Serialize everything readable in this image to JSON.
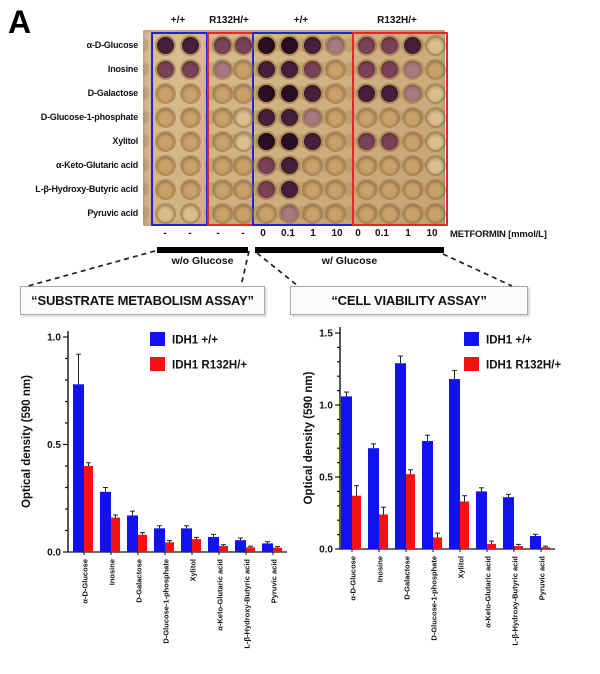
{
  "panel_label": "A",
  "plate": {
    "genotype_headers": [
      {
        "label": "+/+",
        "box_color": "blue"
      },
      {
        "label": "R132H/+",
        "box_color": "red"
      },
      {
        "label": "+/+",
        "box_color": "blue"
      },
      {
        "label": "R132H/+",
        "box_color": "red"
      }
    ],
    "row_labels": [
      "α-D-Glucose",
      "Inosine",
      "D-Galactose",
      "D-Glucose-1-phosphate",
      "Xylitol",
      "α-Keto-Glutaric acid",
      "L-β-Hydroxy-Butyric acid",
      "Pyruvic acid"
    ],
    "metformin_values": [
      "-",
      "-",
      "-",
      "-",
      "0",
      "0.1",
      "1",
      "10",
      "0",
      "0.1",
      "1",
      "10"
    ],
    "metformin_axis_label": "METFORMIN [mmol/L]",
    "group_bars": [
      {
        "label": "w/o Glucose"
      },
      {
        "label": "w/ Glucose"
      }
    ],
    "well_shades": {
      "d3": "#2a0f22",
      "d2": "#45203a",
      "d1": "#7b4156",
      "m": "#a87a80",
      "t2": "#c9a169",
      "t1": "#dcbd8d"
    },
    "wells": [
      [
        "d2",
        "d2",
        "d1",
        "d1",
        "d3",
        "d3",
        "d2",
        "m",
        "d1",
        "d1",
        "d2",
        "t1"
      ],
      [
        "d1",
        "d1",
        "m",
        "t2",
        "d2",
        "d2",
        "d1",
        "t2",
        "d1",
        "d1",
        "m",
        "t2"
      ],
      [
        "t2",
        "t2",
        "t2",
        "t2",
        "d3",
        "d3",
        "d2",
        "t2",
        "d2",
        "d2",
        "m",
        "t1"
      ],
      [
        "t2",
        "t2",
        "t2",
        "t1",
        "d2",
        "d2",
        "m",
        "t2",
        "t2",
        "t2",
        "t2",
        "t1"
      ],
      [
        "t2",
        "t2",
        "t2",
        "t1",
        "d3",
        "d3",
        "d2",
        "t2",
        "d1",
        "d1",
        "t2",
        "t1"
      ],
      [
        "t2",
        "t2",
        "t2",
        "t2",
        "d1",
        "d2",
        "t2",
        "t2",
        "t2",
        "t2",
        "t2",
        "t1"
      ],
      [
        "t2",
        "t2",
        "t2",
        "t2",
        "d1",
        "d2",
        "t2",
        "t2",
        "t2",
        "t2",
        "t2",
        "t2"
      ],
      [
        "t1",
        "t1",
        "t2",
        "t2",
        "t2",
        "m",
        "t2",
        "t2",
        "t2",
        "t2",
        "t2",
        "t2"
      ]
    ],
    "colors": {
      "box_blue": "#2222dd",
      "box_red": "#e02828",
      "plate_bg": "#cfad7c"
    }
  },
  "assay_labels": {
    "left": "“SUBSTRATE METABOLISM ASSAY”",
    "right": "“CELL VIABILITY ASSAY”"
  },
  "chart_data": [
    {
      "type": "bar",
      "title": "SUBSTRATE METABOLISM ASSAY",
      "categories": [
        "α-D-Glucose",
        "Inosine",
        "D-Galactose",
        "D-Glucose-1-phosphate",
        "Xylitol",
        "α-Keto-Glutaric acid",
        "L-β-Hydroxy-Butyric acid",
        "Pyruvic acid"
      ],
      "series": [
        {
          "name": "IDH1 +/+",
          "color": "#1212ef",
          "values": [
            0.78,
            0.28,
            0.17,
            0.11,
            0.11,
            0.07,
            0.055,
            0.04
          ],
          "errors": [
            0.14,
            0.02,
            0.02,
            0.012,
            0.012,
            0.012,
            0.01,
            0.008
          ]
        },
        {
          "name": "IDH1 R132H/+",
          "color": "#f41212",
          "values": [
            0.4,
            0.16,
            0.08,
            0.045,
            0.06,
            0.028,
            0.022,
            0.02
          ],
          "errors": [
            0.015,
            0.012,
            0.01,
            0.008,
            0.008,
            0.006,
            0.005,
            0.005
          ]
        }
      ],
      "xlabel": "",
      "ylabel": "Optical density (590 nm)",
      "ylim": [
        0,
        1.0
      ],
      "yticks": [
        0.0,
        0.5,
        1.0
      ],
      "minor_tick_step": 0.1,
      "legend_position": "upper right",
      "grid": false
    },
    {
      "type": "bar",
      "title": "CELL VIABILITY ASSAY",
      "categories": [
        "α-D-Glucose",
        "Inosine",
        "D-Galactose",
        "D-Glucose-1-phosphate",
        "Xylitol",
        "α-Keto-Glutaric acid",
        "L-β-Hydroxy-Butyric acid",
        "Pyruvic acid"
      ],
      "series": [
        {
          "name": "IDH1 +/+",
          "color": "#1212ef",
          "values": [
            1.06,
            0.7,
            1.29,
            0.75,
            1.18,
            0.4,
            0.36,
            0.09
          ],
          "errors": [
            0.03,
            0.03,
            0.05,
            0.04,
            0.06,
            0.025,
            0.02,
            0.012
          ]
        },
        {
          "name": "IDH1 R132H/+",
          "color": "#f41212",
          "values": [
            0.37,
            0.24,
            0.52,
            0.08,
            0.33,
            0.035,
            0.02,
            0.012
          ],
          "errors": [
            0.07,
            0.05,
            0.03,
            0.03,
            0.04,
            0.02,
            0.012,
            0.008
          ]
        }
      ],
      "xlabel": "",
      "ylabel": "Optical density (590 nm)",
      "ylim": [
        0,
        1.5
      ],
      "yticks": [
        0.0,
        0.5,
        1.0,
        1.5
      ],
      "minor_tick_step": 0.1,
      "legend_position": "upper right",
      "grid": false
    }
  ]
}
